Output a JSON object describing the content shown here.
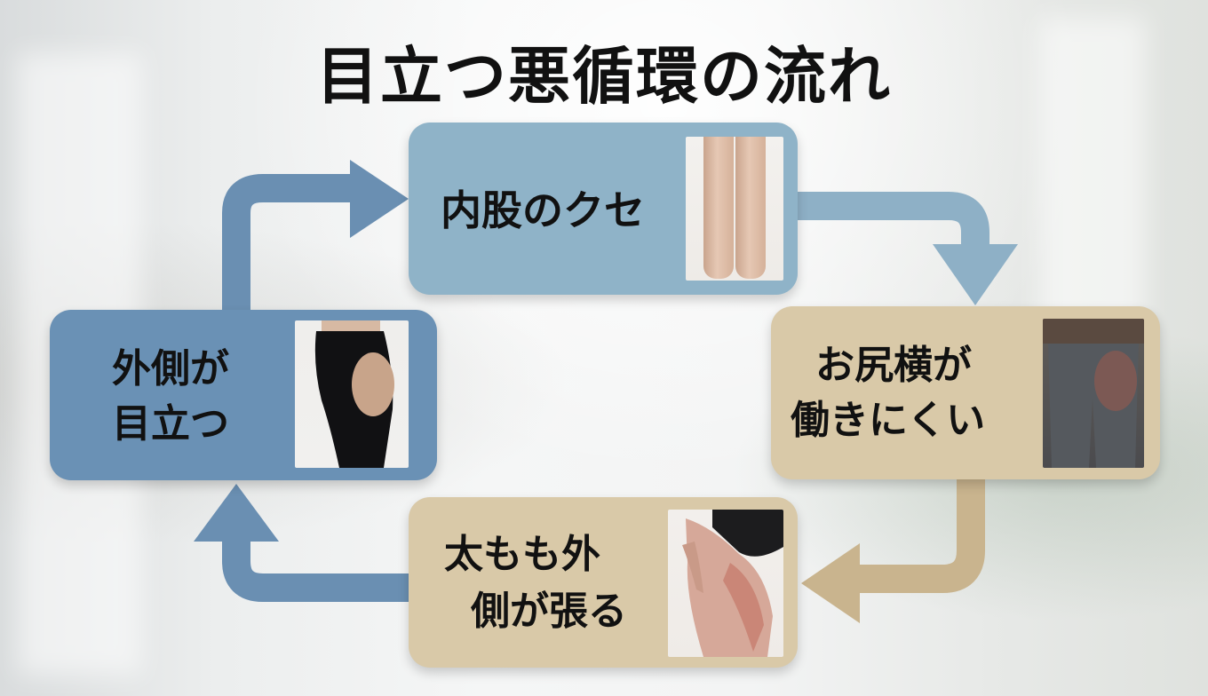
{
  "title": "目立つ悪循環の流れ",
  "cycle": {
    "top": {
      "label": "内股のクセ",
      "photo": "knees-together-legs"
    },
    "right": {
      "line1": "お尻横が",
      "line2": "働きにくい",
      "photo": "hip-side-gray-leggings"
    },
    "bottom": {
      "line1": "太もも外",
      "line2": "側が張る",
      "photo": "outer-thigh-tension"
    },
    "left": {
      "line1": "外側が",
      "line2": "目立つ",
      "photo": "hip-side-black-leggings"
    }
  },
  "colors": {
    "blue_light": "#8fb3c8",
    "blue_dark": "#6a91b5",
    "tan": "#d9c9a8",
    "arrow_blue_light": "#8eb0c6",
    "arrow_blue_dark": "#6a8fb2",
    "arrow_tan": "#c9b48e"
  }
}
